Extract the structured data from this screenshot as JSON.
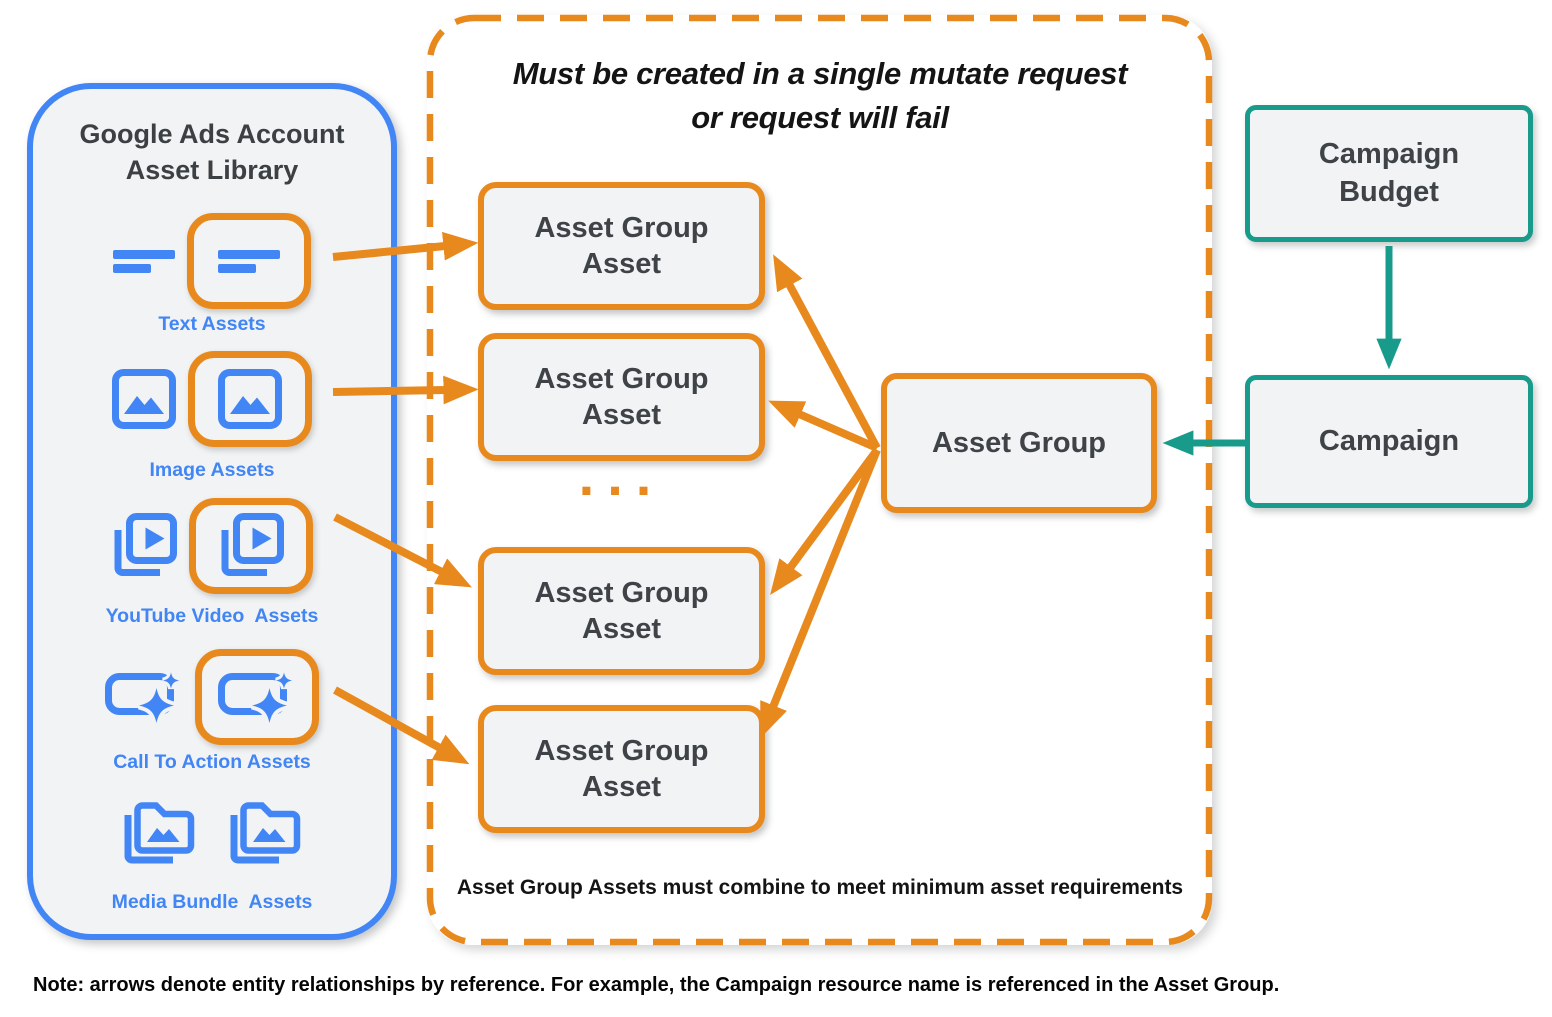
{
  "colors": {
    "blue": "#4285F4",
    "orange": "#E8891E",
    "teal": "#199B8B",
    "box_fill": "#F1F3F4",
    "dark_text": "#3F4347"
  },
  "left_panel": {
    "title": "Google Ads Account Asset Library",
    "items": [
      {
        "label": "Text Assets",
        "icon": "text-asset-icon",
        "highlighted": true
      },
      {
        "label": "Image Assets",
        "icon": "image-asset-icon",
        "highlighted": true
      },
      {
        "label": "YouTube Video  Assets",
        "icon": "youtube-video-asset-icon",
        "highlighted": true
      },
      {
        "label": "Call To Action Assets",
        "icon": "call-to-action-asset-icon",
        "highlighted": true
      },
      {
        "label": "Media Bundle  Assets",
        "icon": "media-bundle-asset-icon",
        "highlighted": false
      }
    ]
  },
  "mutate_panel": {
    "title_lines": [
      "Must be created in a single mutate request",
      "or request will fail"
    ],
    "asset_group_asset_label": "Asset Group Asset",
    "ellipsis": "...",
    "asset_group_label": "Asset Group",
    "footnote": "Asset Group Assets must combine to meet minimum asset requirements"
  },
  "campaign_column": {
    "budget_label": "Campaign Budget",
    "campaign_label": "Campaign"
  },
  "note": "Note: arrows denote entity relationships by reference. For example, the Campaign resource name is referenced in the Asset Group."
}
